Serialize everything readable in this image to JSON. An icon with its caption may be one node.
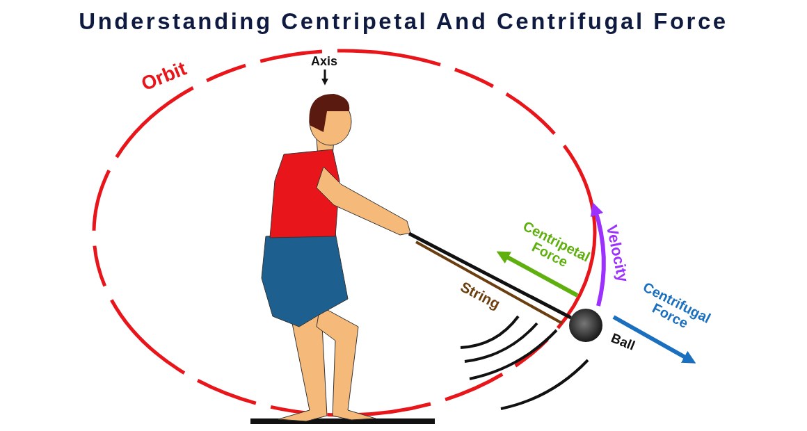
{
  "diagram": {
    "title": "Understanding Centripetal And Centrifugal Force",
    "nodes": [
      {
        "text": [],
        "shape": "person"
      },
      {
        "text": [],
        "shape": "circle",
        "beside": [
          "Ball"
        ]
      }
    ],
    "edges": [
      {
        "from": 0,
        "to": 1,
        "arrow": "none"
      }
    ],
    "labels": [
      "Orbit",
      "Axis",
      "Centripetal Force",
      "Velocity",
      "String",
      "Centrifugal Force"
    ]
  }
}
